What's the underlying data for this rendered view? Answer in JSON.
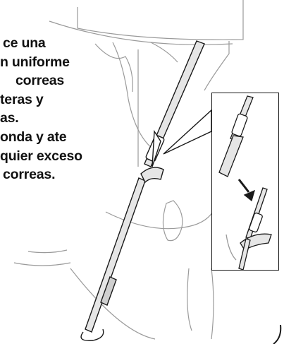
{
  "instructions": {
    "lines": [
      "ce una",
      "n uniforme",
      "correas",
      "teras y",
      "as.",
      "onda y ate",
      "quier exceso",
      "correas."
    ]
  },
  "colors": {
    "line": "#1a1a1a",
    "strap_fill": "#e6e6e6",
    "strap_dark": "#cfcfcf",
    "text": "#111111"
  }
}
